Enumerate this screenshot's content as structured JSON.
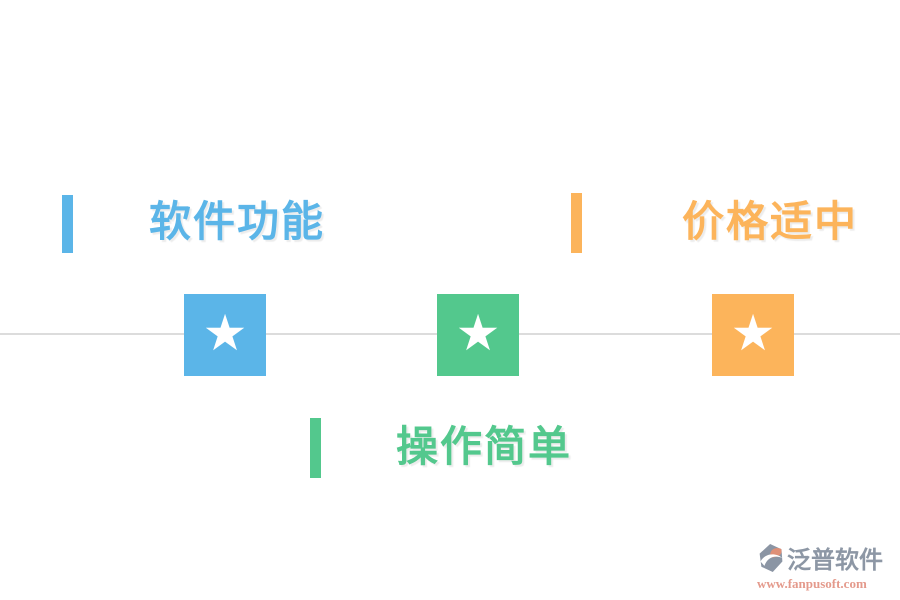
{
  "page": {
    "background": "#ffffff",
    "divider_color": "#dcdcdc"
  },
  "features": [
    {
      "id": "software-features",
      "label": "软件功能",
      "color": "#5bb5e8"
    },
    {
      "id": "reasonable-price",
      "label": "价格适中",
      "color": "#fcb45b"
    },
    {
      "id": "easy-operation",
      "label": "操作简单",
      "color": "#53c88d"
    }
  ],
  "stars": [
    {
      "id": "star-blue",
      "glyph": "★",
      "tile_color": "#5bb5e8",
      "star_color": "#ffffff"
    },
    {
      "id": "star-green",
      "glyph": "★",
      "tile_color": "#53c88d",
      "star_color": "#ffffff"
    },
    {
      "id": "star-orange",
      "glyph": "★",
      "tile_color": "#fcb45b",
      "star_color": "#ffffff"
    }
  ],
  "footer_logo": {
    "brand_name": "泛普软件",
    "website": "www.fanpusoft.com",
    "name_color": "#8d97a5",
    "url_color": "#e49a8c",
    "icon_gray": "#8b95a4",
    "icon_salmon": "#df8f76"
  }
}
